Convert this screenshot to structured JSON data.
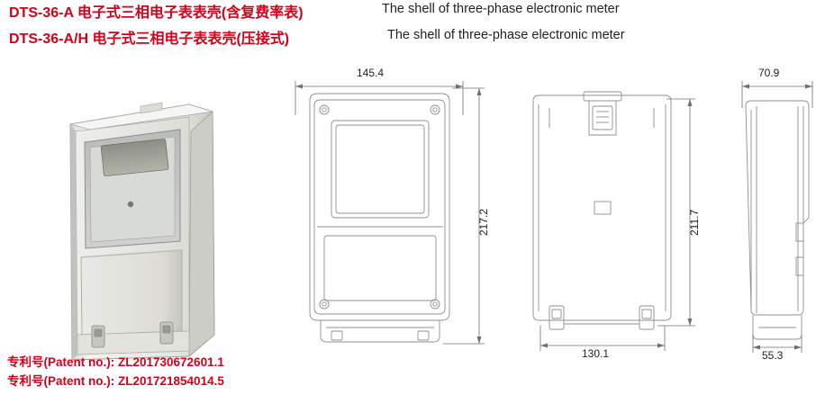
{
  "header": {
    "rows": [
      {
        "model_cn": "DTS-36-A 电子式三相电子表表壳(含复费率表)",
        "description_en": "The shell of three-phase electronic meter"
      },
      {
        "model_cn": "DTS-36-A/H 电子式三相电子表表壳(压接式)",
        "description_en": "The shell of three-phase electronic meter"
      }
    ]
  },
  "drawings": {
    "front_view": {
      "width_mm": "145.4",
      "height_mm": "217.2"
    },
    "rear_view": {
      "width_mm": "130.1",
      "height_mm": "211.7"
    },
    "side_view": {
      "top_mm": "70.9",
      "bottom_mm": "55.3"
    }
  },
  "footer": {
    "patents": [
      "专利号(Patent no.): ZL201730672601.1",
      "专利号(Patent no.): ZL201721854014.5"
    ]
  },
  "colors": {
    "accent_red": "#d4001a",
    "text_dark": "#222222",
    "line_gray": "#9a9a9a",
    "shell_light": "#e8e8e6",
    "shell_mid": "#d8d8d4",
    "shell_dark": "#b9b9b4"
  }
}
